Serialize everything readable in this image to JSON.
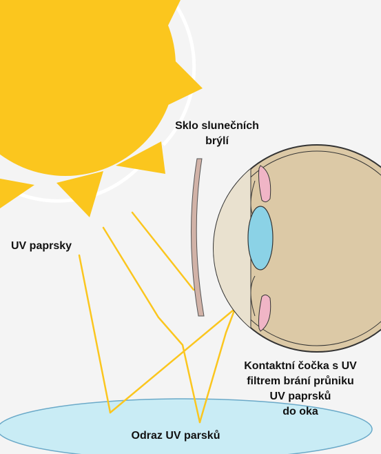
{
  "labels": {
    "glasses": [
      "Sklo slunečních",
      "brýlí"
    ],
    "uv_rays": "UV paprsky",
    "contact_lens": [
      "Kontaktní čočka s UV",
      "filtrem brání průniku",
      "UV paprsků",
      "do oka"
    ],
    "reflection": "Odraz UV parsků"
  },
  "colors": {
    "background": "#f4f4f4",
    "sun": "#fbc61e",
    "rays": "#fbc61e",
    "glasses": "#d1b2a7",
    "eye_body": "#dcc9a6",
    "lens": "#8bd2e6",
    "iris": "#f0b5c6",
    "water": "#c9ecf5"
  }
}
